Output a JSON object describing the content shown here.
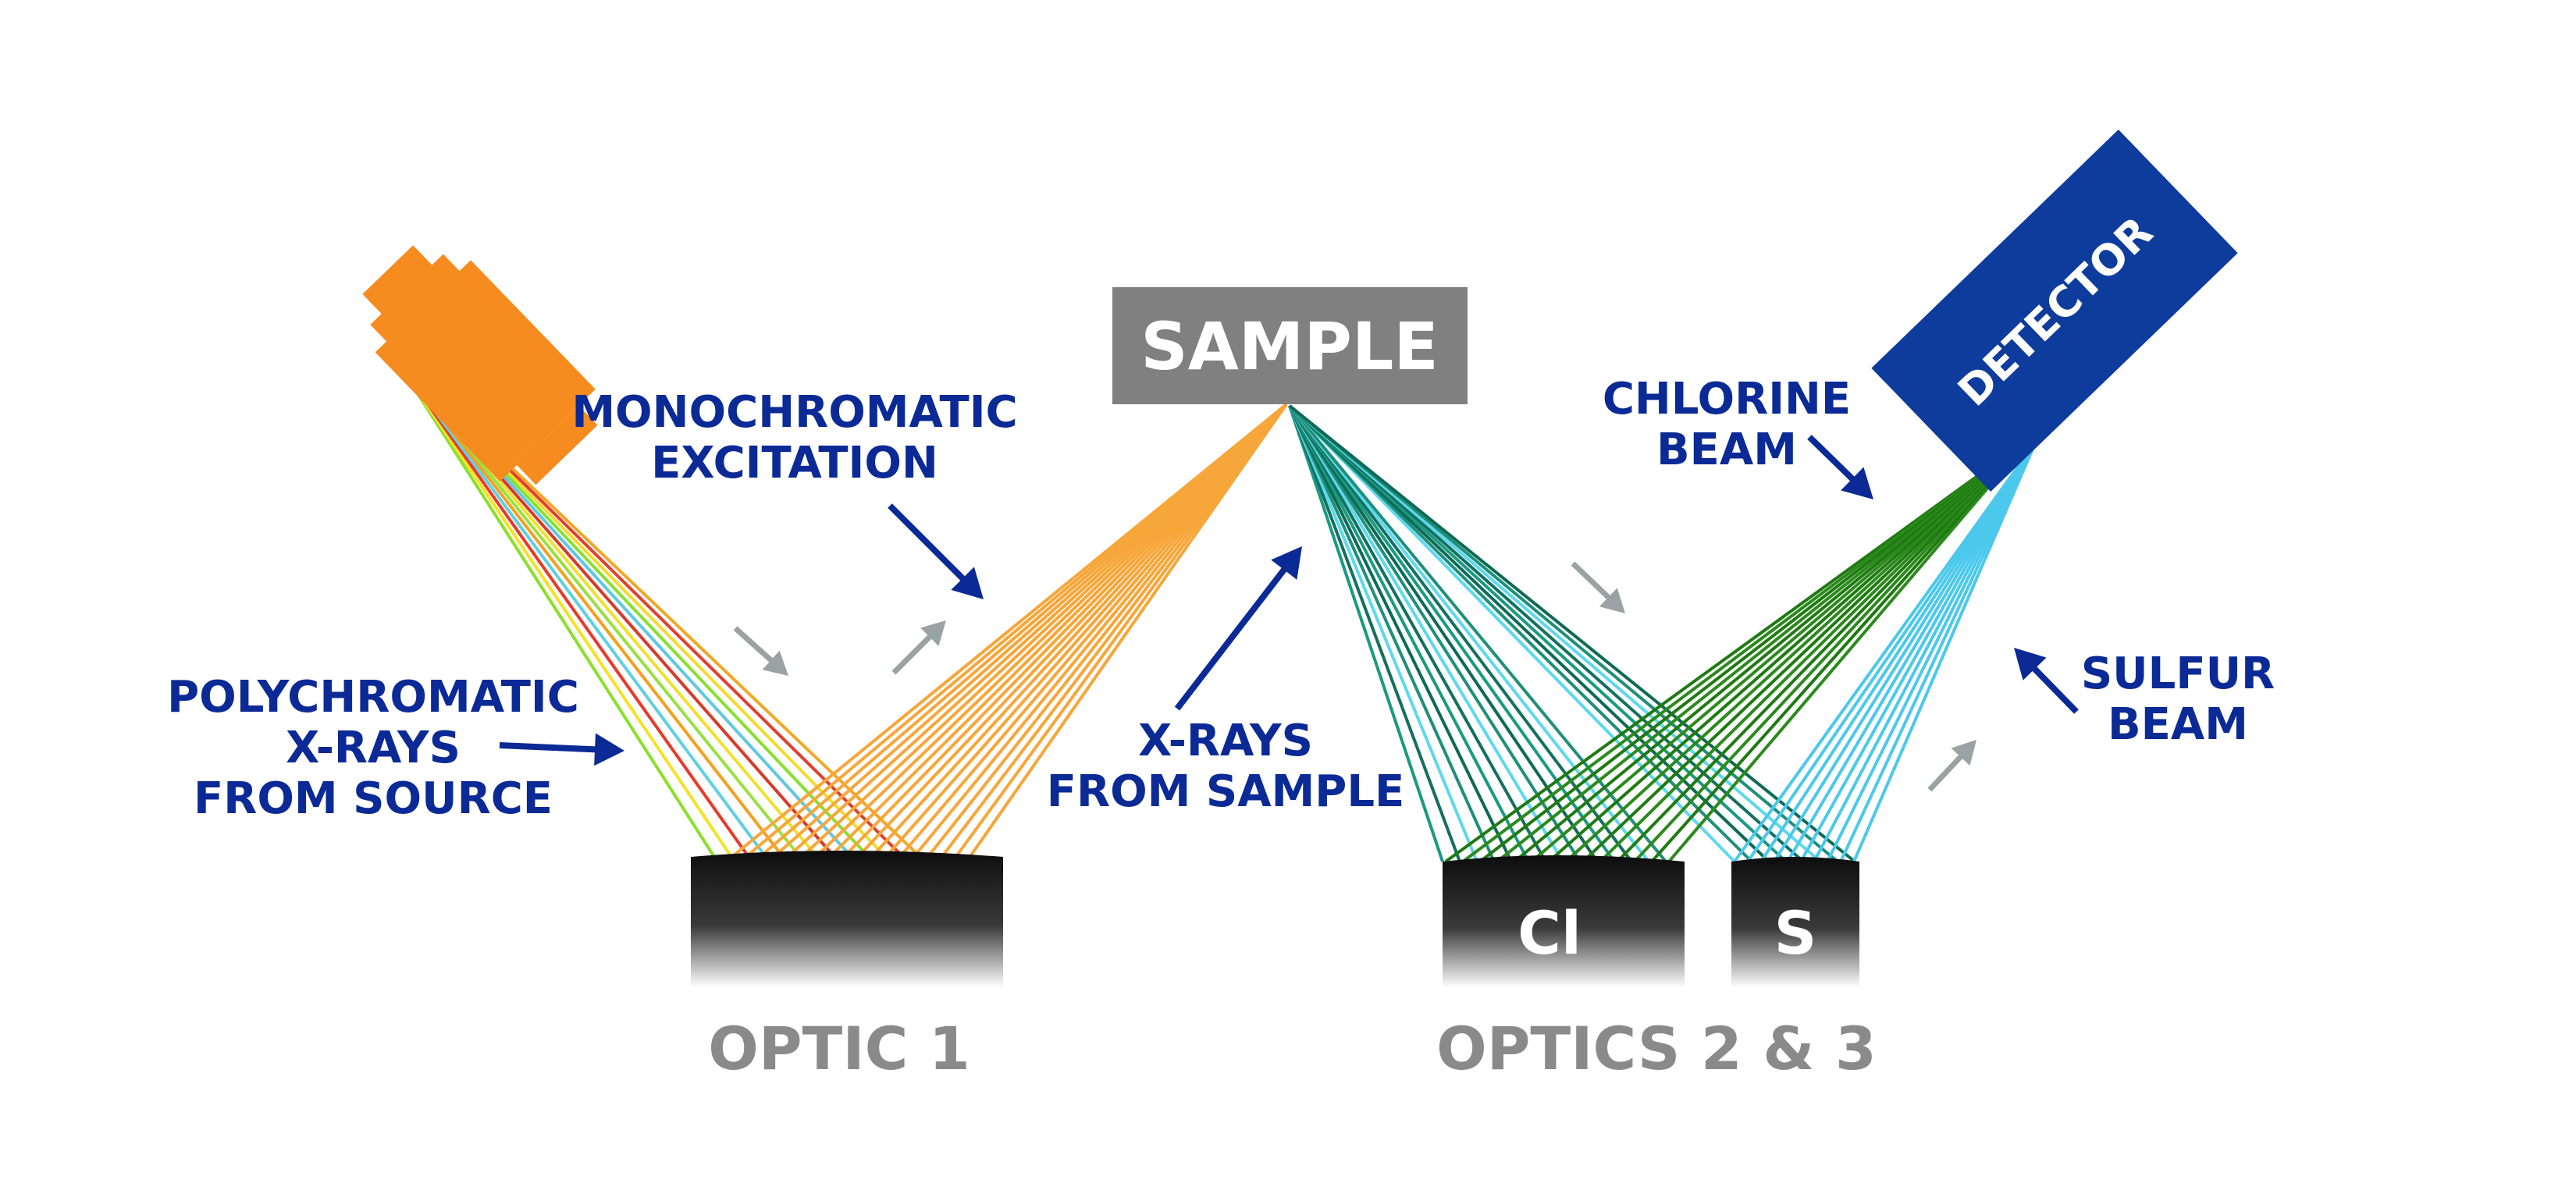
{
  "labels": {
    "sample": "SAMPLE",
    "detector": "DETECTOR",
    "monochromatic": [
      "MONOCHROMATIC",
      "EXCITATION"
    ],
    "polychromatic": [
      "POLYCHROMATIC",
      "X-RAYS",
      "FROM SOURCE"
    ],
    "xrays_from_sample": [
      "X-RAYS",
      "FROM SAMPLE"
    ],
    "chlorine_beam": [
      "CHLORINE",
      "BEAM"
    ],
    "sulfur_beam": [
      "SULFUR",
      "BEAM"
    ],
    "optic1": "OPTIC 1",
    "optics23": "OPTICS 2 & 3",
    "optic_cl": "Cl",
    "optic_s": "S"
  },
  "colors": {
    "source": "#f68b1f",
    "sample_box": "#808080",
    "detector": "#0d3c9c",
    "label_blue": "#0b2a96",
    "arrow_gray": "#9aa3a3",
    "excitation_beam": "#f7a63a",
    "sample_beam": "#1f8f7a",
    "chlorine_beam": "#1f7a12",
    "sulfur_beam": "#4cc8ec",
    "optic_dark": "#1c1c1c"
  }
}
